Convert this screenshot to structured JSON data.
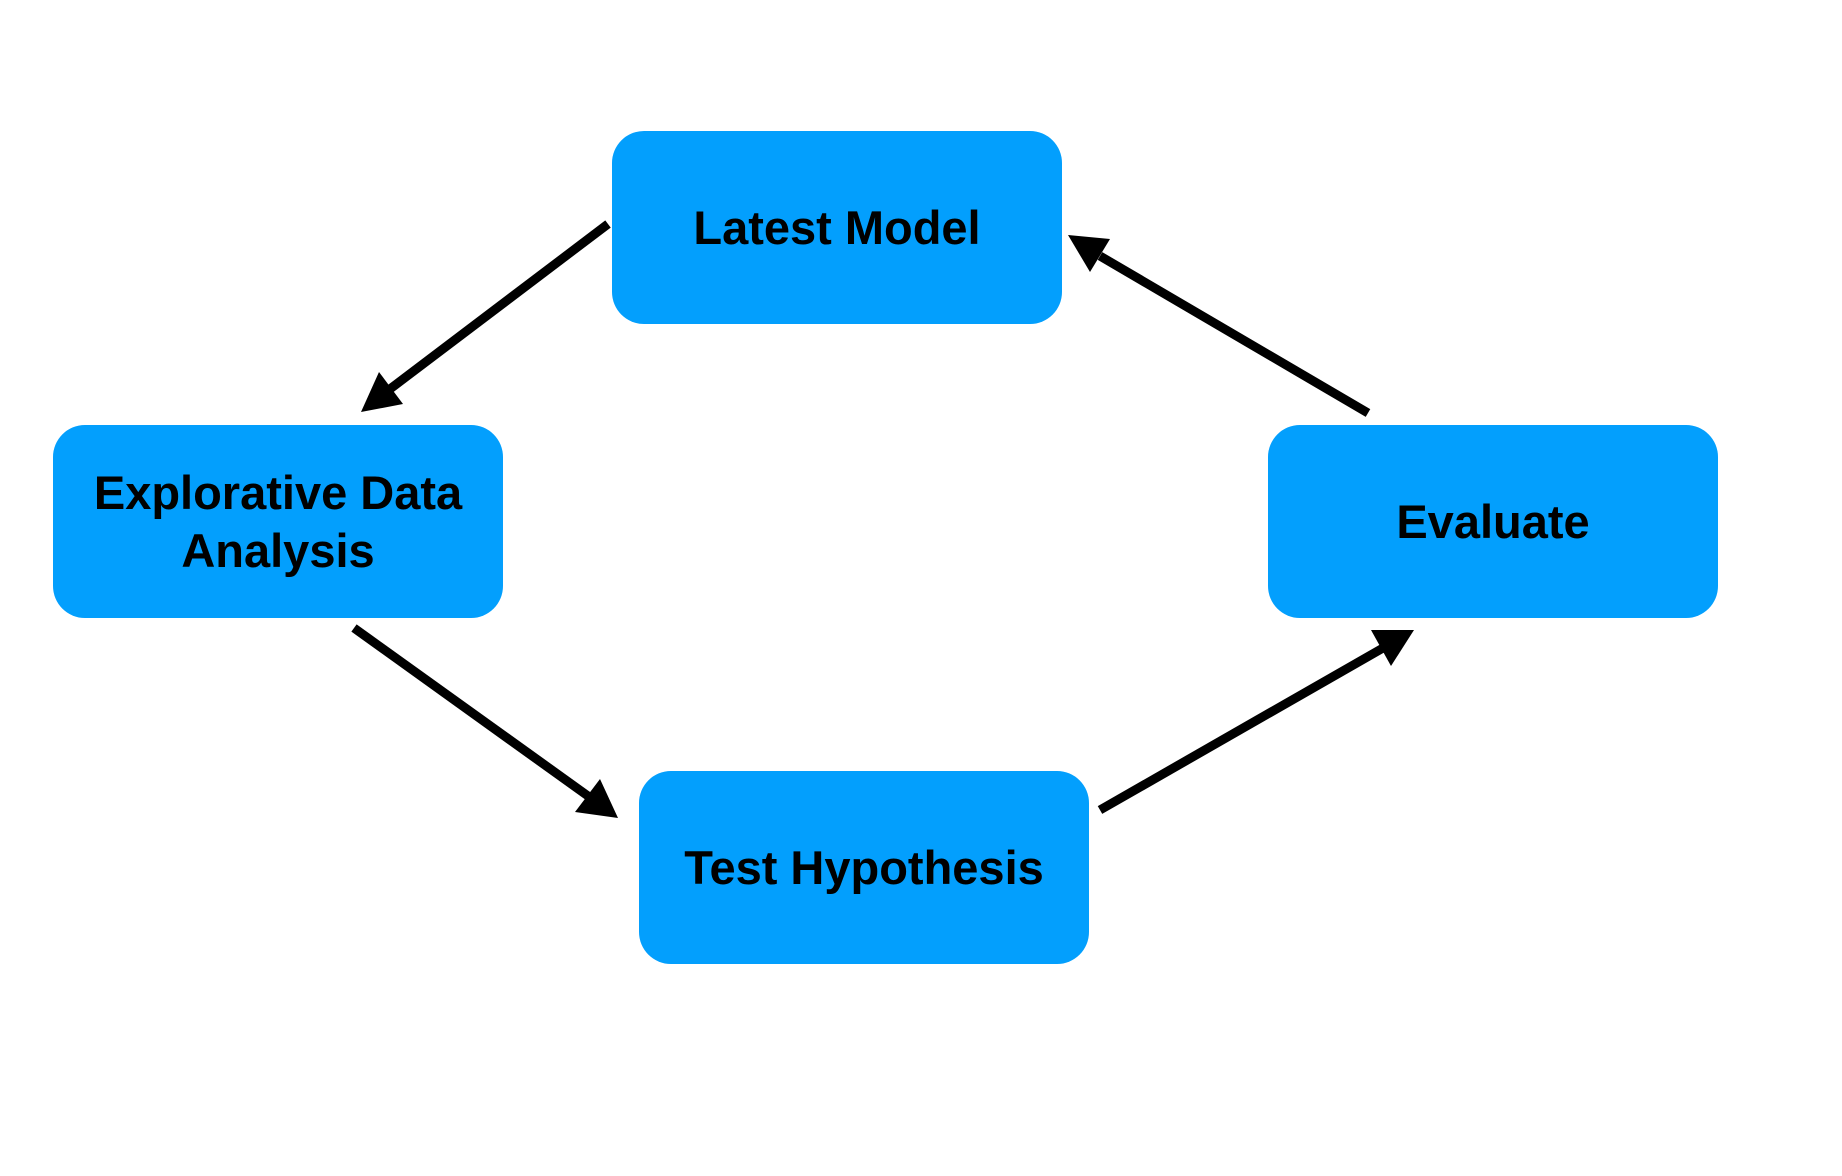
{
  "diagram": {
    "colors": {
      "node_fill": "#039ffd",
      "arrow": "#000000",
      "background": "#ffffff"
    },
    "nodes": {
      "latest_model": {
        "label": "Latest Model"
      },
      "explorative_data_analysis": {
        "label": "Explorative Data Analysis"
      },
      "test_hypothesis": {
        "label": "Test Hypothesis"
      },
      "evaluate": {
        "label": "Evaluate"
      }
    },
    "edges": [
      {
        "from": "Latest Model",
        "to": "Explorative Data Analysis"
      },
      {
        "from": "Explorative Data Analysis",
        "to": "Test Hypothesis"
      },
      {
        "from": "Test Hypothesis",
        "to": "Evaluate"
      },
      {
        "from": "Evaluate",
        "to": "Latest Model"
      }
    ]
  }
}
